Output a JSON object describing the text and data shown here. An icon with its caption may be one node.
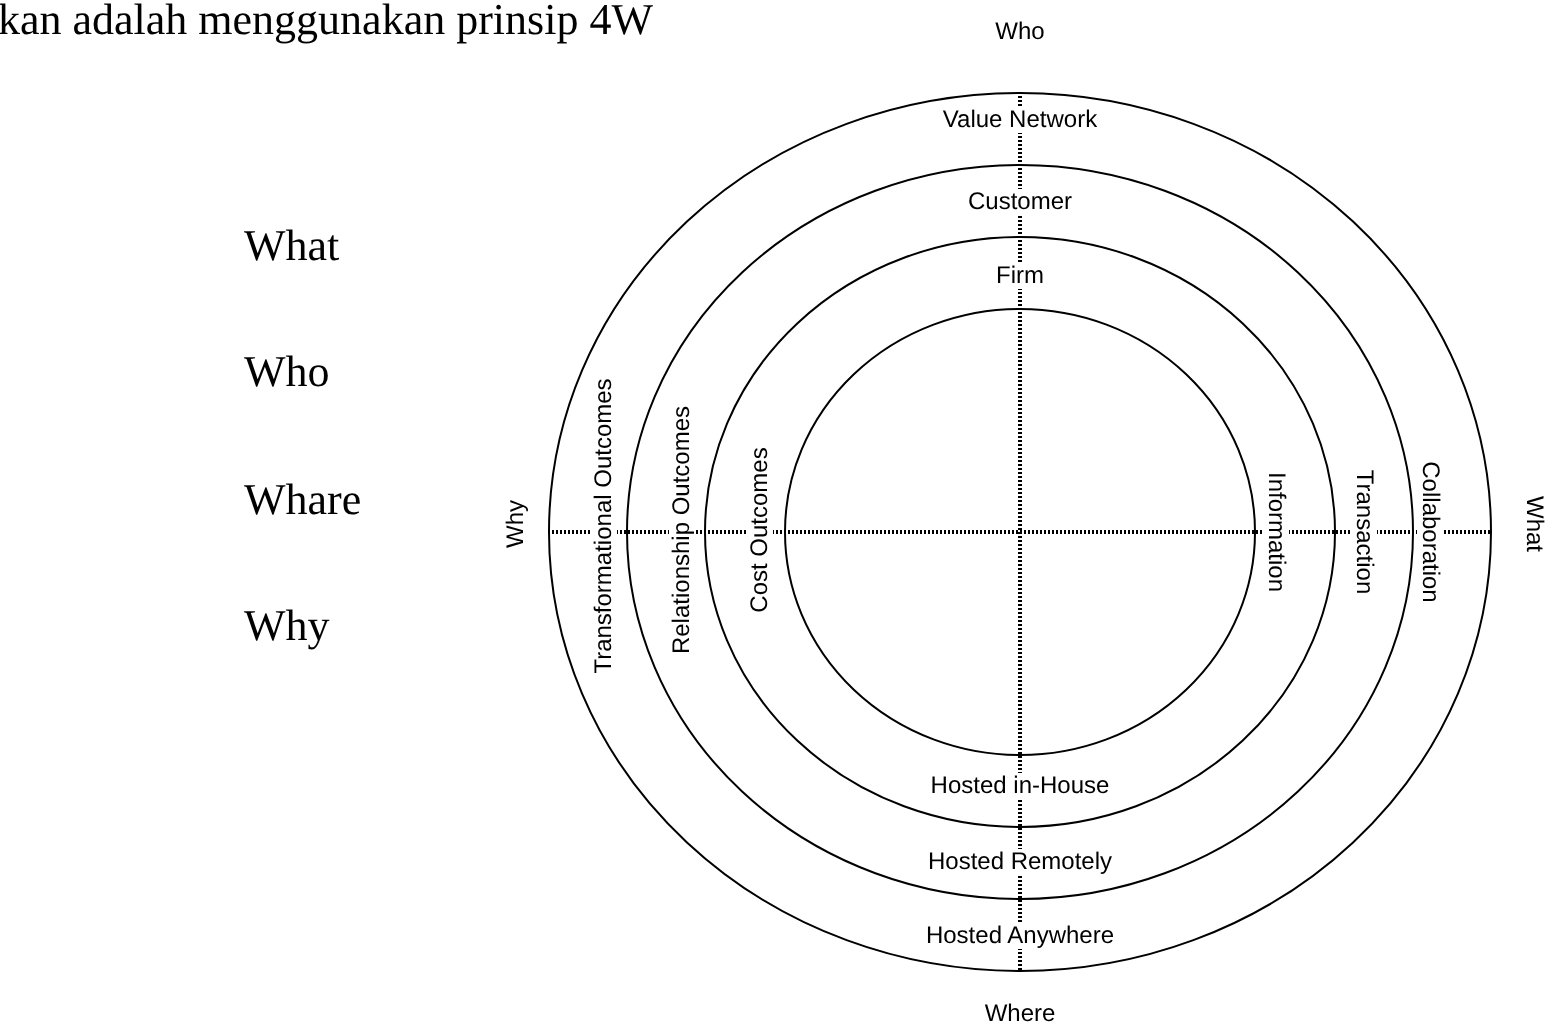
{
  "diagram": {
    "nodes": [
      {
        "text": [
          "Value Network",
          "Transformational Outcomes",
          "Collaboration",
          "Hosted Anywhere"
        ]
      },
      {
        "text": [
          "Customer",
          "Relationship Outcomes",
          "Transaction",
          "Hosted Remotely"
        ],
        "in": 0
      },
      {
        "text": [
          "Firm",
          "Cost Outcomes",
          "Information",
          "Hosted in-House"
        ],
        "in": 1
      },
      {
        "text": [],
        "shape": "circle",
        "in": 2
      }
    ],
    "edges": [],
    "labels": [
      "kan adalah menggunakan prinsip 4W",
      "Who",
      "What",
      "Who",
      "Why",
      "What",
      "Whare",
      "Why",
      "Where"
    ]
  }
}
